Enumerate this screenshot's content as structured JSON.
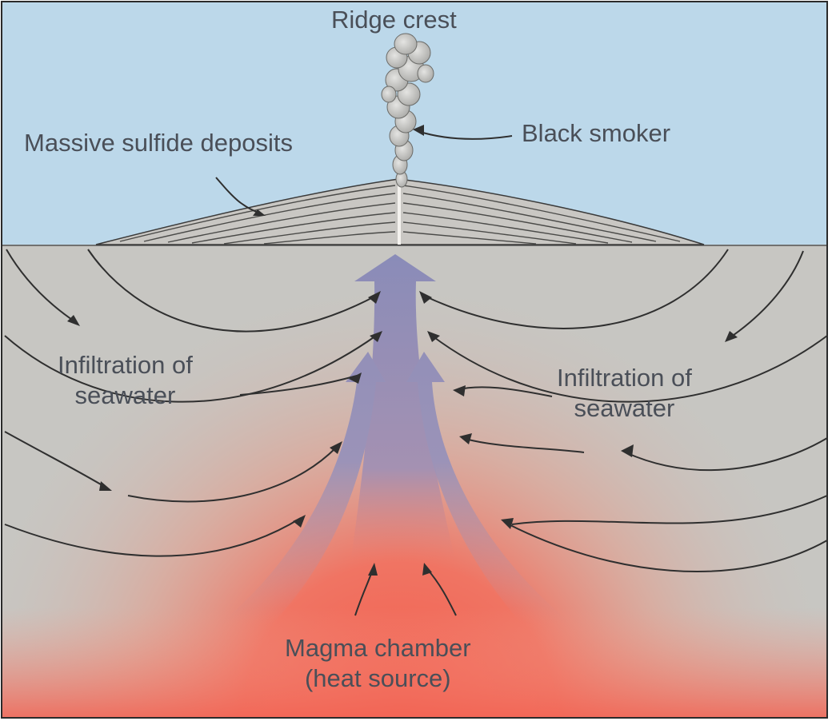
{
  "labels": {
    "ridge_crest": "Ridge crest",
    "massive_sulfide": "Massive sulfide deposits",
    "black_smoker": "Black smoker",
    "infiltration_left": [
      "Infiltration of",
      "seawater"
    ],
    "infiltration_right": [
      "Infiltration of",
      "seawater"
    ],
    "magma_chamber": [
      "Magma chamber",
      "(heat source)"
    ]
  },
  "colors": {
    "seawater": "#bcd8ea",
    "crust": "#c7c6c2",
    "magma": "#f26a5a",
    "hydrothermal_flow": "#8e90b6",
    "flow_lines": "#2f2f2f",
    "text": "#4a4f58"
  }
}
